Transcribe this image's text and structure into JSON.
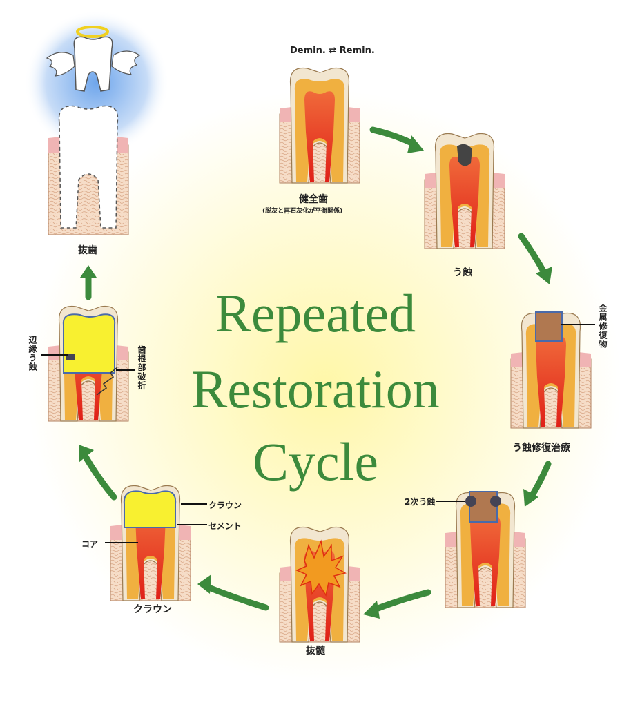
{
  "title_lines": [
    "Repeated",
    "Restoration",
    "Cycle"
  ],
  "demin_remin": "Demin. ⇄ Remin.",
  "stages": {
    "healthy": {
      "label": "健全歯",
      "sublabel": "(脱灰と再石灰化が平衡関係)"
    },
    "caries": {
      "label": "う蝕"
    },
    "restoration": {
      "label": "う蝕修復治療",
      "callout": "金属修復物"
    },
    "secondary": {
      "callout": "2次う蝕"
    },
    "pulpectomy": {
      "label": "抜髄"
    },
    "crown": {
      "label": "クラウン",
      "callouts": {
        "crown": "クラウン",
        "cement": "セメント",
        "core": "コア"
      }
    },
    "failure": {
      "callouts": {
        "marginal": "辺縁う蝕",
        "fracture": "歯根部破折"
      }
    },
    "extraction": {
      "label": "抜歯"
    }
  },
  "colors": {
    "arrow": "#3c8a3c",
    "title": "#3c8a3c",
    "pulp": "#e03020",
    "dentin": "#f0b040",
    "gum": "#f0b4b4",
    "filling": "#f8f030",
    "metal": "#b07850"
  }
}
